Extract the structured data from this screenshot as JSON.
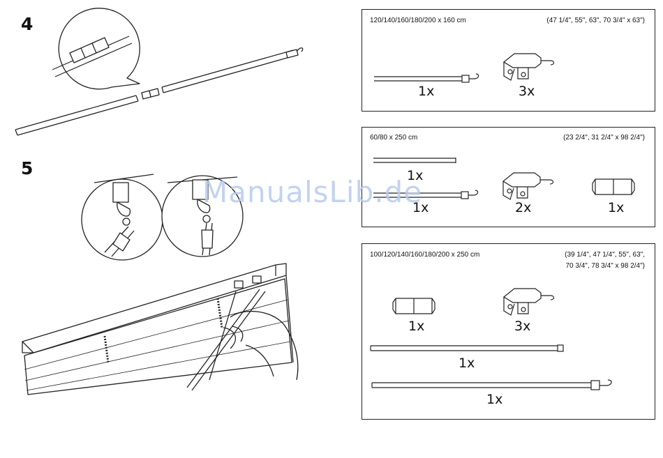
{
  "steps": {
    "step4": "4",
    "step5": "5"
  },
  "watermark": "ManualsLib.de",
  "boxes": [
    {
      "size_cm": "120/140/160/180/200 x 160 cm",
      "size_in": "(47 1/4\", 55\", 63\", 70 3/4\" x 63\")",
      "quantities": {
        "rod_hook": "1x",
        "bracket": "3x"
      }
    },
    {
      "size_cm": "60/80 x 250 cm",
      "size_in": "(23 2/4\", 31 2/4\" x 98 2/4\")",
      "quantities": {
        "rod_short": "1x",
        "rod_hook": "1x",
        "bracket": "2x",
        "connector": "1x"
      }
    },
    {
      "size_cm": "100/120/140/160/180/200 x 250 cm",
      "size_in_line1": "(39 1/4\", 47 1/4\", 55\", 63\",",
      "size_in_line2": "70 3/4\", 78 3/4\" x 98 2/4\")",
      "quantities": {
        "connector": "1x",
        "bracket": "3x",
        "rod_long": "1x",
        "rod_hook": "1x"
      }
    }
  ],
  "colors": {
    "line": "#222222",
    "watermark": "#b9cbee"
  }
}
